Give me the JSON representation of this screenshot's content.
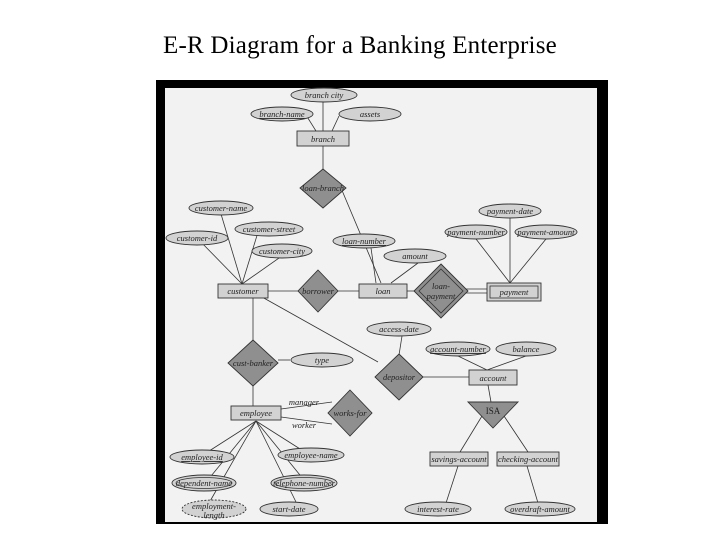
{
  "slide": {
    "title": "E-R Diagram for a Banking Enterprise"
  },
  "entities": {
    "branch": "branch",
    "customer": "customer",
    "loan": "loan",
    "payment": "payment",
    "employee": "employee",
    "account": "account",
    "savings_account": "savings-account",
    "checking_account": "checking-account"
  },
  "relationships": {
    "loan_branch": "loan-branch",
    "borrower": "borrower",
    "loan_payment_line1": "loan-",
    "loan_payment_line2": "payment",
    "cust_banker": "cust-banker",
    "depositor": "depositor",
    "works_for": "works-for",
    "isa": "ISA"
  },
  "attributes": {
    "branch_city": "branch city",
    "branch_name": "branch-name",
    "assets": "assets",
    "customer_name": "customer-name",
    "customer_street": "customer-street",
    "customer_id": "customer-id",
    "customer_city": "customer-city",
    "loan_number": "loan-number",
    "amount": "amount",
    "payment_date": "payment-date",
    "payment_number": "payment-number",
    "payment_amount": "payment-amount",
    "access_date": "access-date",
    "account_number": "account-number",
    "balance": "balance",
    "type": "type",
    "employee_id": "employee-id",
    "employee_name": "employee-name",
    "dependent_name": "dependent-name",
    "telephone_number": "telephone-number",
    "employment_length_line1": "employment-",
    "employment_length_line2": "length",
    "start_date": "start-date",
    "interest_rate": "interest-rate",
    "overdraft_amount": "overdraft-amount"
  },
  "roles": {
    "manager": "manager",
    "worker": "worker"
  }
}
